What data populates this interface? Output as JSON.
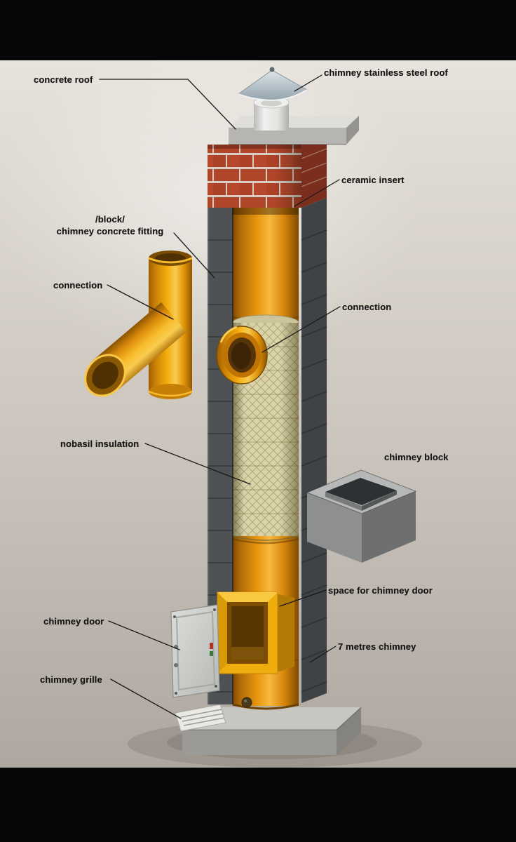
{
  "labels": {
    "concrete_roof": "concrete roof",
    "stainless_steel_roof": "chimney stainless steel roof",
    "ceramic_insert": "ceramic insert",
    "block_fitting_line1": "/block/",
    "block_fitting_line2": "chimney concrete fitting",
    "connection_left": "connection",
    "connection_right": "connection",
    "nobasil_insulation": "nobasil insulation",
    "chimney_block": "chimney block",
    "space_for_chimney_door": "space for chimney door",
    "chimney_door": "chimney door",
    "seven_metres_chimney": "7 metres chimney",
    "chimney_grille": "chimney grille"
  },
  "colors": {
    "brick_red": "#b2462b",
    "pipe_orange": "#ea9811",
    "fitting_yellow": "#f3ac0d",
    "insulation_khaki": "#dad3a8",
    "block_gray": "#4e5255",
    "steel_cap": "#b9c7cf",
    "background_beige": "#c9c3bb",
    "label_text": "#141414",
    "letterbox": "#060606"
  }
}
